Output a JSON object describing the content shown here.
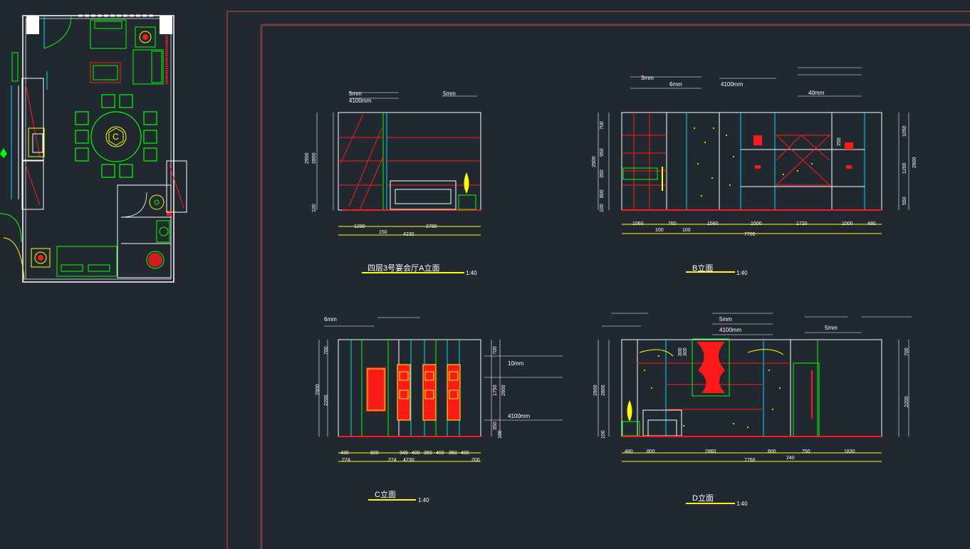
{
  "drawings": {
    "A": {
      "title": "四层3号宴会厅A立面",
      "scale": "1:40",
      "heights_left": [
        "2900",
        "2800",
        "100"
      ],
      "widths_bottom": [
        "1290",
        "2790"
      ],
      "widths_bottom2": [
        "150"
      ],
      "total": "4230",
      "notes": [
        "5mm",
        "4100mm",
        "5mm"
      ]
    },
    "B": {
      "title": "B立面",
      "scale": "1:40",
      "heights_left": [
        "2900",
        "700",
        "950",
        "350",
        "800",
        "100"
      ],
      "heights_right": [
        "1050",
        "1200",
        "550",
        "2900"
      ],
      "widths_bottom": [
        "1060",
        "760",
        "1560",
        "1000",
        "1720",
        "1000",
        "480"
      ],
      "widths_bottom2": [
        "100",
        "100"
      ],
      "total": "7760",
      "notes": [
        "4100mm",
        "40mm",
        "3mm",
        "6mm",
        "250"
      ]
    },
    "C": {
      "title": "C立面",
      "scale": "1:40",
      "heights_left": [
        "2900",
        "700",
        "2200"
      ],
      "heights_right": [
        "700",
        "1750",
        "350",
        "100",
        "2900"
      ],
      "widths_bottom": [
        "430",
        "800",
        "349",
        "400",
        "350",
        "400",
        "350",
        "400"
      ],
      "widths_bottom2": [
        "274",
        "274",
        "200"
      ],
      "total": "4230",
      "notes": [
        "6mm",
        "10mm",
        "4100mm"
      ]
    },
    "D": {
      "title": "D立面",
      "scale": "1:40",
      "heights_left": [
        "2900",
        "2800",
        "100"
      ],
      "heights_right": [
        "700",
        "2200"
      ],
      "widths_bottom": [
        "480",
        "800",
        "2860",
        "800",
        "750",
        "1830"
      ],
      "widths_bottom2": [
        "240"
      ],
      "total": "7760",
      "notes": [
        "5mm",
        "4100mm",
        "5mm",
        "300",
        "300"
      ]
    }
  },
  "colors": {
    "background": "#212830",
    "frame": "#7a3a3a",
    "white": "#ffffff",
    "green": "#00ff00",
    "cyan": "#00d8ff",
    "red": "#ff1a1a",
    "yellow": "#ffff00"
  }
}
